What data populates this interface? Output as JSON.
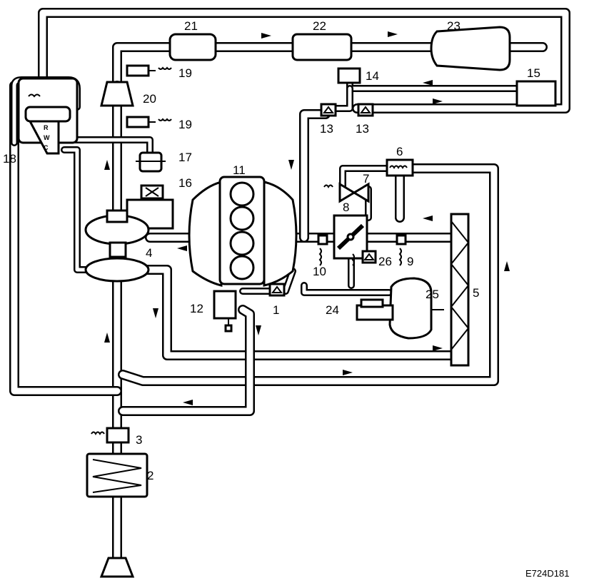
{
  "labels": {
    "l1": "1",
    "l2": "2",
    "l3": "3",
    "l4": "4",
    "l5": "5",
    "l6": "6",
    "l7": "7",
    "l8": "8",
    "l9": "9",
    "l10": "10",
    "l11": "11",
    "l12": "12",
    "l13a": "13",
    "l13b": "13",
    "l14": "14",
    "l15": "15",
    "l16": "16",
    "l17": "17",
    "l18": "18",
    "l19a": "19",
    "l19b": "19",
    "l20": "20",
    "l21": "21",
    "l22": "22",
    "l23": "23",
    "l24": "24",
    "l25": "25",
    "l26": "26"
  },
  "valve_ports": {
    "r": "R",
    "w": "W",
    "c": "C"
  },
  "figure_code": "E724D181"
}
